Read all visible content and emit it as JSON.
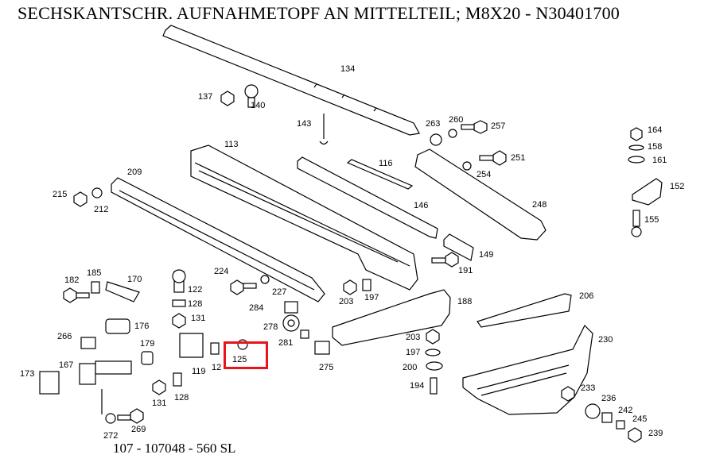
{
  "title": "SECHSKANTSCHR. AUFNAHMETOPF AN MITTELTEIL; M8X20 - N30401700",
  "footer": "107 - 107048 - 560 SL",
  "highlight": {
    "part": "125",
    "color": "#e8131b"
  },
  "parts": {
    "p134": "134",
    "p137": "137",
    "p140": "140",
    "p143": "143",
    "p263": "263",
    "p260": "260",
    "p257": "257",
    "p164": "164",
    "p158": "158",
    "p161": "161",
    "p152": "152",
    "p155": "155",
    "p113": "113",
    "p116": "116",
    "p209": "209",
    "p251": "251",
    "p254": "254",
    "p215": "215",
    "p212": "212",
    "p146": "146",
    "p248": "248",
    "p149": "149",
    "p191": "191",
    "p224": "224",
    "p227": "227",
    "p182": "182",
    "p185": "185",
    "p170": "170",
    "p122": "122",
    "p128a": "128",
    "p203a": "203",
    "p197a": "197",
    "p188": "188",
    "p206": "206",
    "p284": "284",
    "p131a": "131",
    "p176": "176",
    "p278": "278",
    "p281": "281",
    "p266": "266",
    "p179": "179",
    "p12x": "12",
    "p230": "230",
    "p203b": "203",
    "p197b": "197",
    "p275": "275",
    "p200": "200",
    "p173": "173",
    "p167": "167",
    "p119": "119",
    "p194": "194",
    "p233": "233",
    "p236": "236",
    "p128b": "128",
    "p131b": "131",
    "p242": "242",
    "p245": "245",
    "p272": "272",
    "p269": "269",
    "p239": "239"
  }
}
